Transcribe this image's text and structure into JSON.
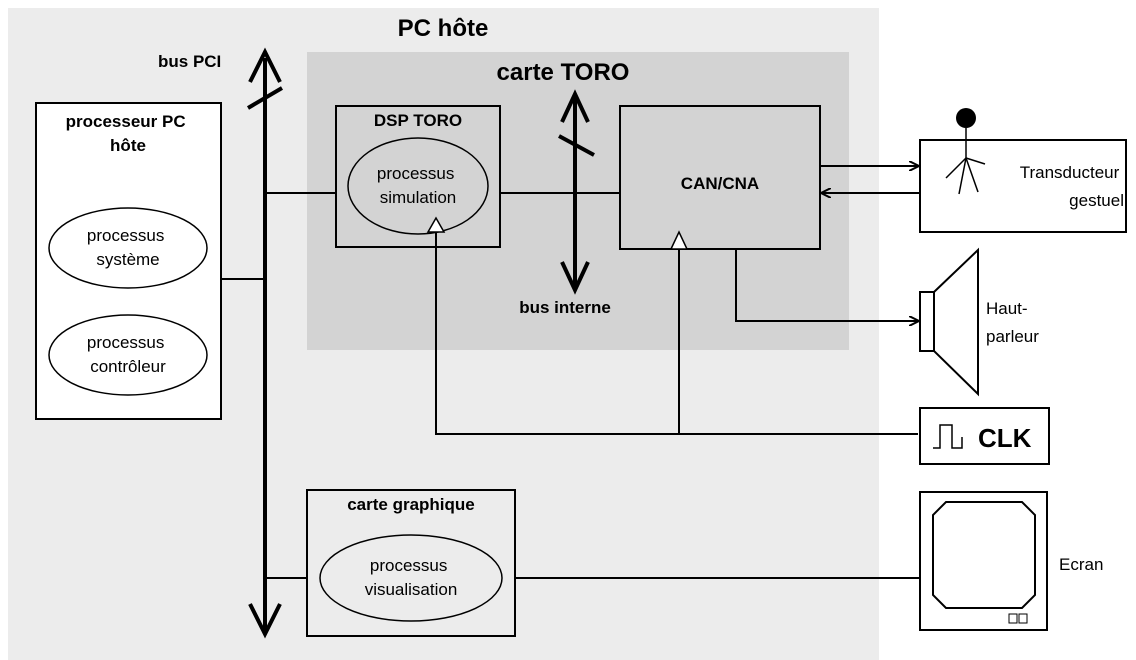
{
  "colors": {
    "host_bg": "#ececec",
    "toro_bg": "#d3d3d3",
    "box_fill": "#ffffff",
    "stroke": "#000000"
  },
  "labels": {
    "pc_host": "PC hôte",
    "bus_pci": "bus PCI",
    "carte_toro": "carte TORO",
    "processor_title_l1": "processeur PC",
    "processor_title_l2": "hôte",
    "proc_sys_l1": "processus",
    "proc_sys_l2": "système",
    "proc_ctrl_l1": "processus",
    "proc_ctrl_l2": "contrôleur",
    "dsp_title": "DSP TORO",
    "proc_sim_l1": "processus",
    "proc_sim_l2": "simulation",
    "can_cna": "CAN/CNA",
    "bus_interne": "bus interne",
    "transducer_l1": "Transducteur",
    "transducer_l2": "gestuel",
    "speaker_l1": "Haut-",
    "speaker_l2": "parleur",
    "clk": "CLK",
    "graphics_title": "carte graphique",
    "proc_vis_l1": "processus",
    "proc_vis_l2": "visualisation",
    "screen": "Ecran"
  },
  "icons": {
    "person": "person-icon",
    "speaker": "speaker-icon",
    "clock": "square-wave-icon",
    "monitor": "monitor-icon"
  }
}
